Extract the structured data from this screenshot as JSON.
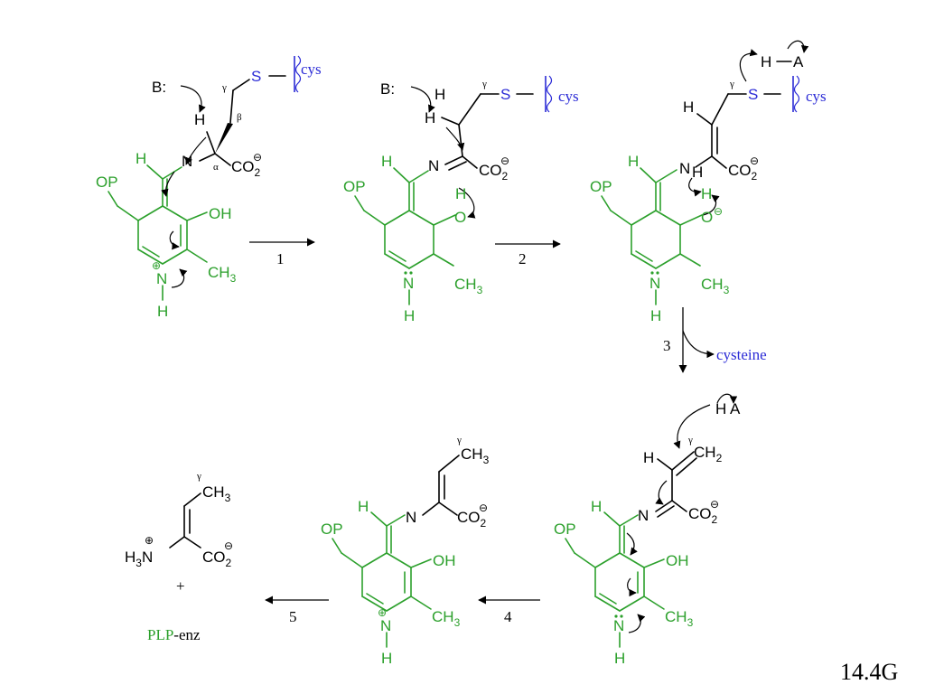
{
  "figure_id": "14.4G",
  "colors": {
    "cofactor": "#2ca02c",
    "cysteine": "#2b2bd6",
    "substrate": "#000000"
  },
  "steps": [
    "1",
    "2",
    "3",
    "4",
    "5"
  ],
  "released": "cysteine",
  "plus": "+",
  "product_ring": {
    "prefix": "PLP",
    "suffix": "-enz"
  },
  "atoms": {
    "base": "B:",
    "acid_H": "H",
    "acid_A": "A",
    "H": "H",
    "N": "N",
    "O": "O",
    "S": "S",
    "OP": "OP",
    "OH": "OH",
    "CH3": "CH",
    "CH2": "CH",
    "CO2": "CO",
    "H3N": "H",
    "sub2": "2",
    "sub3": "3",
    "charge_plus": "⊕",
    "charge_minus": "⊖",
    "cys": "cys",
    "alpha": "α",
    "beta": "β",
    "gamma": "γ"
  }
}
